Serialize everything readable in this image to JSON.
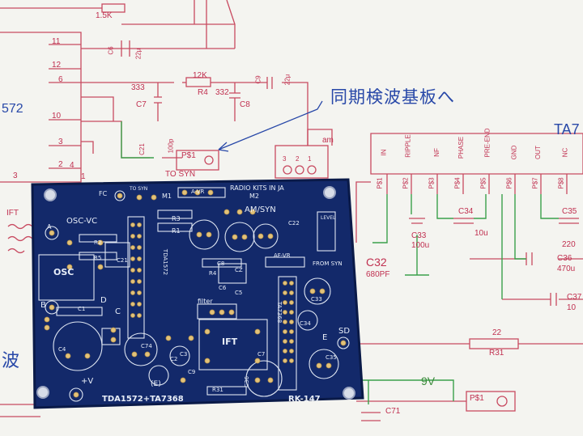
{
  "schematic": {
    "ic_label": "572",
    "ic_label_right": "TA7",
    "japanese_note": "同期検波基板へ",
    "partial_kanji": "波",
    "pin_numbers": [
      "11",
      "12",
      "6",
      "10",
      "3",
      "2",
      "4",
      "1"
    ],
    "components_top": [
      "1.5K",
      "C6",
      "22μ",
      "C9",
      "22μ",
      "333",
      "C7",
      "12K",
      "R4",
      "332",
      "C8",
      "C21",
      "100p"
    ],
    "to_syn": "TO SYN",
    "ps1_top": "P$1",
    "am": "am",
    "connector_pins": [
      "3",
      "2",
      "1"
    ],
    "ifi": "IFT",
    "header_pins": [
      "IN",
      "RIPPLE",
      "NF",
      "PHASE",
      "PRE-END",
      "GND",
      "OUT",
      "NC"
    ],
    "pin_ps": [
      "P$1",
      "P$2",
      "P$3",
      "P$4",
      "P$5",
      "P$6",
      "P$7",
      "P$8"
    ],
    "c34": "C34",
    "c34_val": "10u",
    "c35": "C35",
    "c35_val": "220",
    "c33": "C33",
    "c33_val": "100u",
    "c32": "C32",
    "c32_val": "680PF",
    "c36": "C36",
    "c36_val": "470u",
    "c37": "C37",
    "c37_val": "10",
    "r31": "R31",
    "r31_val": "22",
    "v9": "9V",
    "c71": "C71",
    "ps1_bottom": "P$1",
    "num_3": "3"
  },
  "pcb": {
    "title": "RADIO KITS IN JA",
    "bottom_left": "TDA1572+TA7368",
    "bottom_right": "RK-147",
    "labels": [
      "FC",
      "TO SYN",
      "M1",
      "A-VR",
      "M2",
      "OSC-VC",
      "R3",
      "R1",
      "AM/SYN",
      "C22",
      "LEVEL",
      "A",
      "R2",
      "R5",
      "C21",
      "OSC",
      "TDA1572",
      "C8",
      "CZ",
      "R4",
      "AF-VR",
      "FROM SYN",
      "C6",
      "C5",
      "TA7368",
      "C33",
      "C34",
      "D",
      "C1",
      "C",
      "filter",
      "B",
      "C4",
      "C74",
      "C3",
      "C2",
      "IFT",
      "C7",
      "E",
      "C35",
      "SD",
      "+V",
      "(E)",
      "R31",
      "C36",
      "C9"
    ]
  }
}
